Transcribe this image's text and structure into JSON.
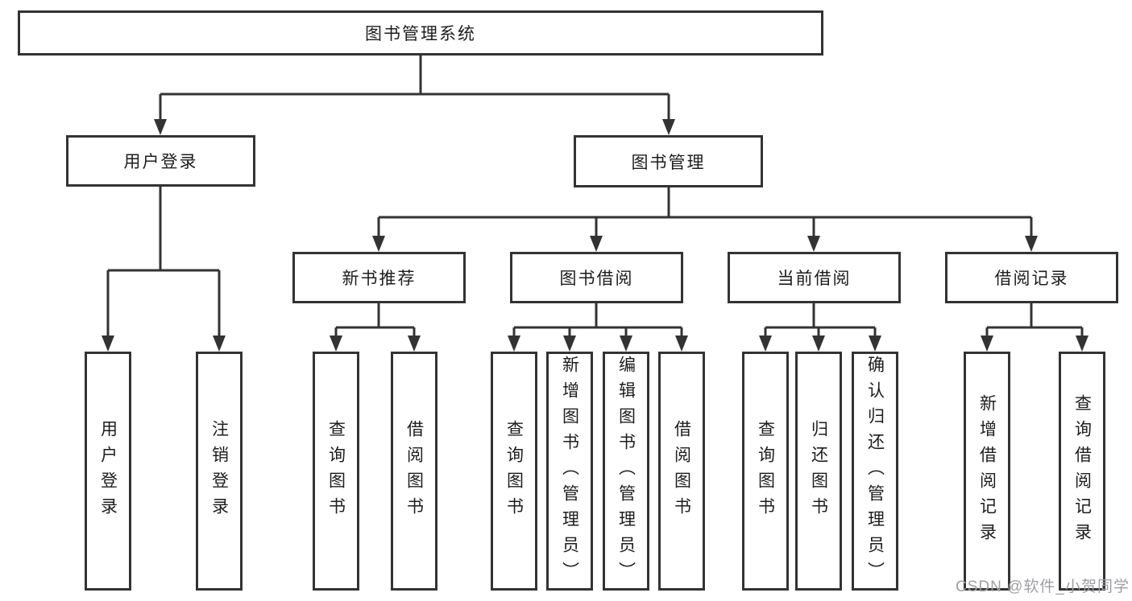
{
  "tree": {
    "root": {
      "label": "图书管理系统",
      "children": [
        {
          "label": "用户登录",
          "children": [
            {
              "label": "用户登录"
            },
            {
              "label": "注销登录"
            }
          ]
        },
        {
          "label": "图书管理",
          "children": [
            {
              "label": "新书推荐",
              "children": [
                {
                  "label": "查询图书"
                },
                {
                  "label": "借阅图书"
                }
              ]
            },
            {
              "label": "图书借阅",
              "children": [
                {
                  "label": "查询图书"
                },
                {
                  "label": "新增图书（管理员）"
                },
                {
                  "label": "编辑图书（管理员）"
                },
                {
                  "label": "借阅图书"
                }
              ]
            },
            {
              "label": "当前借阅",
              "children": [
                {
                  "label": "查询图书"
                },
                {
                  "label": "归还图书"
                },
                {
                  "label": "确认归还（管理员）"
                }
              ]
            },
            {
              "label": "借阅记录",
              "children": [
                {
                  "label": "新增借阅记录"
                },
                {
                  "label": "查询借阅记录"
                }
              ]
            }
          ]
        }
      ]
    }
  },
  "watermark": {
    "text": "CSDN @软件_小贺同学"
  },
  "colors": {
    "line": "#333333",
    "box_border": "#333333",
    "text": "#1d1d1d",
    "watermark": "#9fa0a4",
    "background": "#ffffff"
  }
}
